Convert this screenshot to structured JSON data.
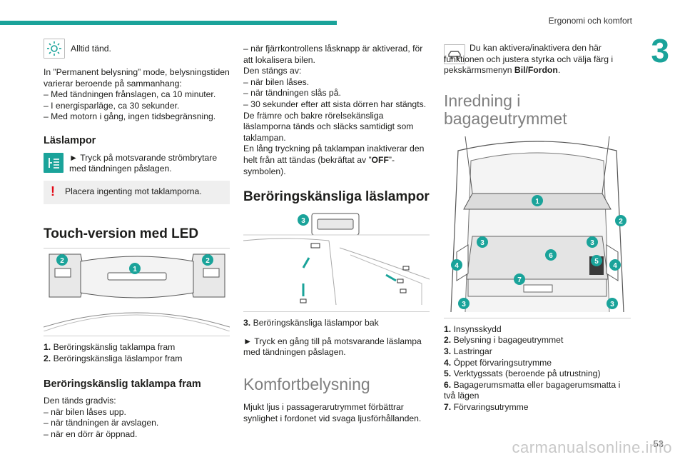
{
  "header": {
    "section": "Ergonomi och komfort",
    "chapter": "3",
    "page": "53"
  },
  "watermark": "carmanualsonline.info",
  "col1": {
    "always_on": "Alltid tänd.",
    "permanent_text": "In ”Permanent belysning” mode, belysningstiden varierar beroende på sammanhang:",
    "permanent_items": [
      "– Med tändningen frånslagen, ca 10 minuter.",
      "– I energisparläge, ca 30 sekunder.",
      "– Med motorn i gång, ingen tidsbegränsning."
    ],
    "reading_title": "Läslampor",
    "reading_text": "► Tryck på motsvarande strömbrytare med tändningen påslagen.",
    "warning": "Placera ingenting mot taklamporna.",
    "touch_title": "Touch-version med LED",
    "legend": [
      {
        "num": "1.",
        "text": "Beröringskänslig taklampa fram"
      },
      {
        "num": "2.",
        "text": "Beröringskänsliga läslampor fram"
      }
    ],
    "front_title": "Beröringskänslig taklampa fram",
    "front_text": "Den tänds gradvis:",
    "front_items": [
      "– när bilen låses upp.",
      "– när tändningen är avslagen.",
      "– när en dörr är öppnad."
    ]
  },
  "col2": {
    "lines": [
      "– när fjärrkontrollens låsknapp är aktiverad, för att lokalisera bilen.",
      "Den stängs av:",
      "– när bilen låses.",
      "– när tändningen slås på.",
      "– 30 sekunder efter att sista dörren har stängts.",
      "De främre och bakre rörelsekänsliga läslamporna tänds och släcks samtidigt som taklampan."
    ],
    "long_press_a": "En lång tryckning på taklampan inaktiverar den helt från att tändas (bekräftat av ”",
    "long_press_off": "OFF",
    "long_press_b": "”-symbolen).",
    "touch_reading_title": "Beröringskänsliga läslampor",
    "legend3": {
      "num": "3.",
      "text": "Beröringskänsliga läslampor bak"
    },
    "press_text": "► Tryck en gång till på motsvarande läslampa med tändningen påslagen.",
    "comfort_title": "Komfortbelysning",
    "comfort_text": "Mjukt ljus i passagerarutrymmet förbättrar synlighet i fordonet vid svaga ljusförhållanden."
  },
  "col3": {
    "info_a": "Du kan aktivera/inaktivera den här funktionen och justera styrka och välja färg i pekskärmsmenyn ",
    "info_b": "Bil/Fordon",
    "info_c": ".",
    "interior_title": "Inredning i bagageutrymmet",
    "legend": [
      {
        "num": "1.",
        "text": "Insynsskydd"
      },
      {
        "num": "2.",
        "text": "Belysning i bagageutrymmet"
      },
      {
        "num": "3.",
        "text": "Lastringar"
      },
      {
        "num": "4.",
        "text": "Öppet förvaringsutrymme"
      },
      {
        "num": "5.",
        "text": "Verktygssats (beroende på utrustning)"
      },
      {
        "num": "6.",
        "text": "Bagagerumsmatta eller bagagerumsmatta i två lägen"
      },
      {
        "num": "7.",
        "text": "Förvaringsutrymme"
      }
    ]
  },
  "callouts": [
    "1",
    "2",
    "3",
    "4",
    "5",
    "6",
    "7"
  ],
  "colors": {
    "accent": "#1aa39a",
    "warning": "#e30613",
    "callout": "#1aa39a"
  }
}
